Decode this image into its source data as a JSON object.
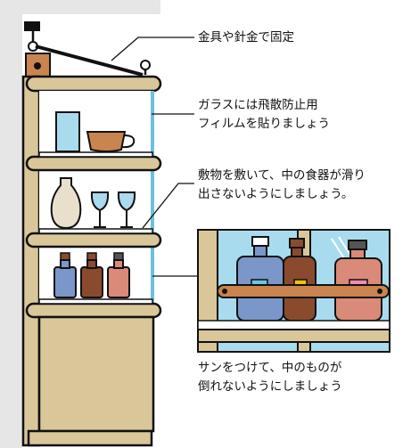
{
  "labels": {
    "fixing": "金具や針金で固定",
    "film": [
      "ガラスには飛散防止用",
      "フィルムを貼りましょう"
    ],
    "mat": [
      "敷物を敷いて、中の食器が滑り",
      "出さないようにしましょう。"
    ],
    "bar": [
      "サンをつけて、中のものが",
      "倒れないようにしましょう"
    ]
  },
  "colors": {
    "wood": "#d9c79a",
    "outline": "#111111",
    "wall": "#e6e6e6",
    "glass": "#a9dbee",
    "blue_item": "#7b96c9",
    "brown_item": "#8a4a2e",
    "pink_item": "#d98a78"
  },
  "icons": [
    "wall-bracket-icon",
    "fixing-wire-icon",
    "cup-icon",
    "bowl-icon",
    "vase-icon",
    "wine-glass-icon",
    "bottle-icon"
  ]
}
